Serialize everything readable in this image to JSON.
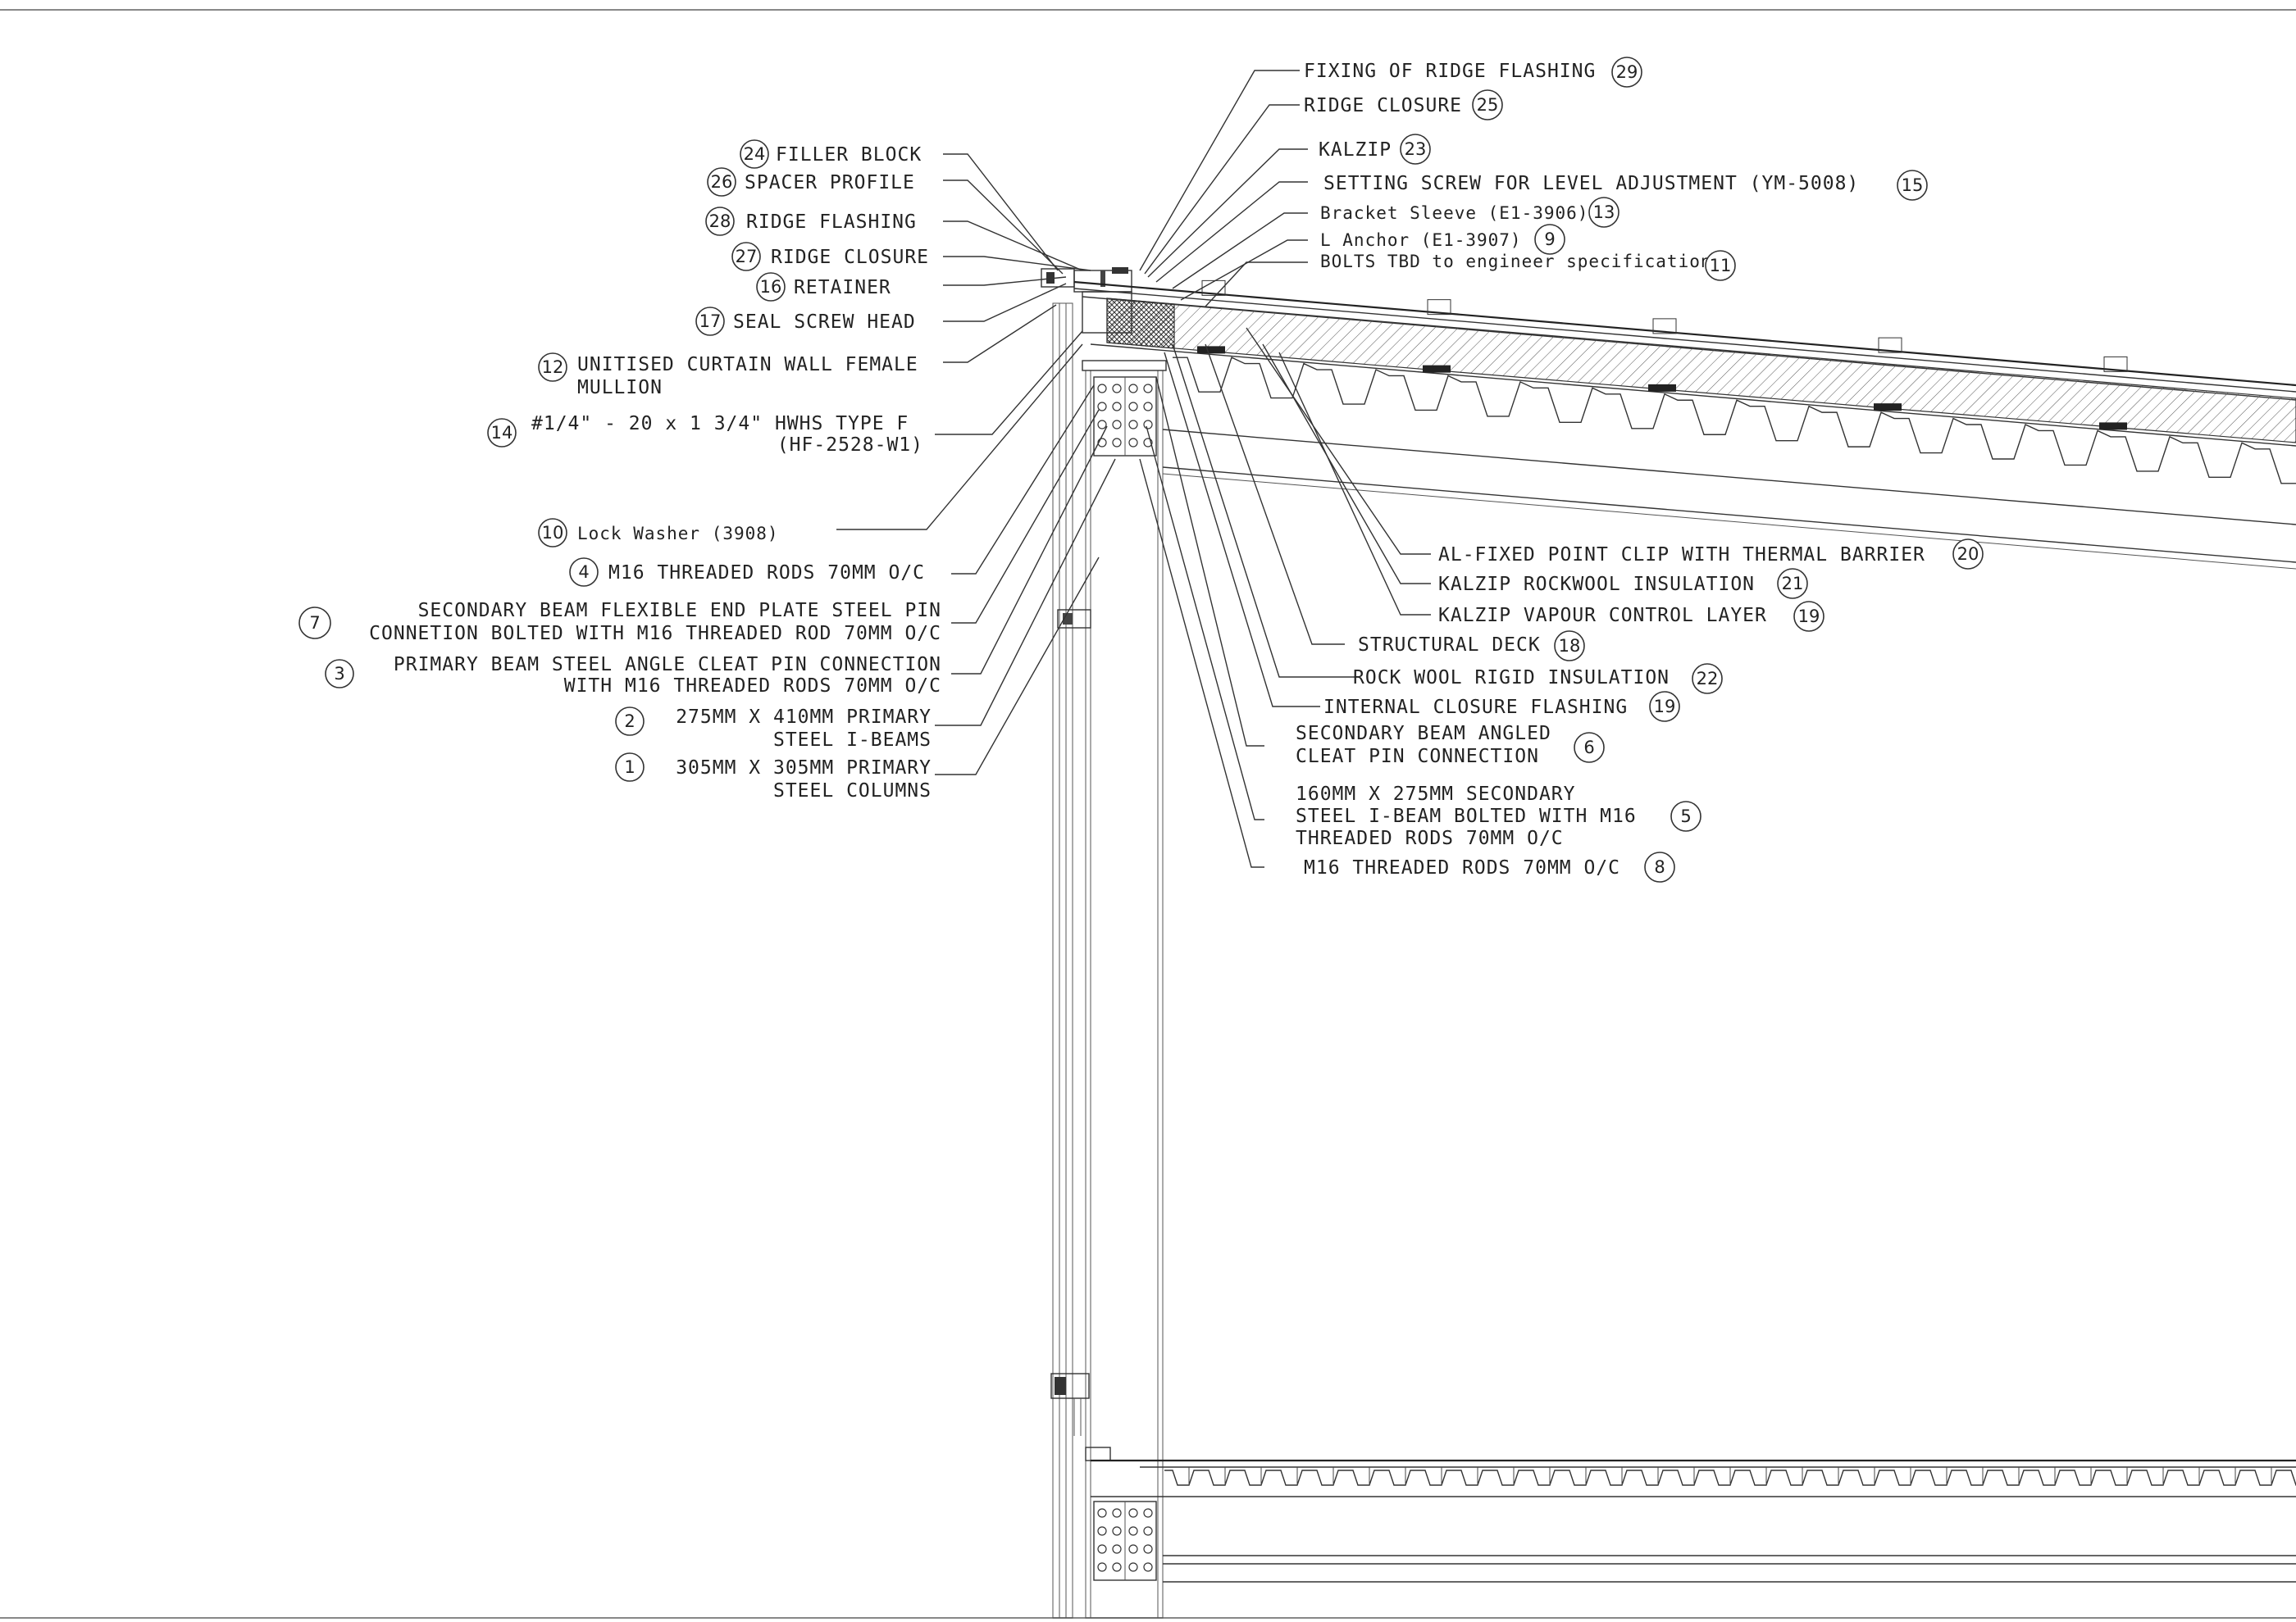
{
  "drawing": {
    "left_callouts": [
      {
        "num": "24",
        "lines": [
          "FILLER BLOCK"
        ]
      },
      {
        "num": "26",
        "lines": [
          "SPACER PROFILE"
        ]
      },
      {
        "num": "28",
        "lines": [
          "RIDGE FLASHING"
        ]
      },
      {
        "num": "27",
        "lines": [
          "RIDGE CLOSURE"
        ]
      },
      {
        "num": "16",
        "lines": [
          "RETAINER"
        ]
      },
      {
        "num": "17",
        "lines": [
          "SEAL SCREW HEAD"
        ]
      },
      {
        "num": "12",
        "lines": [
          "UNITISED CURTAIN WALL FEMALE",
          "MULLION"
        ]
      },
      {
        "num": "14",
        "lines": [
          "#1/4\" - 20 x 1 3/4\" HWHS TYPE F",
          "(HF-2528-W1)"
        ]
      },
      {
        "num": "10",
        "lines": [
          "Lock Washer (3908)"
        ]
      },
      {
        "num": "4",
        "lines": [
          "M16 THREADED RODS 70MM O/C"
        ]
      },
      {
        "num": "7",
        "lines": [
          "SECONDARY BEAM FLEXIBLE END PLATE STEEL PIN",
          "CONNETION BOLTED WITH M16 THREADED ROD 70MM O/C"
        ]
      },
      {
        "num": "3",
        "lines": [
          "PRIMARY BEAM STEEL ANGLE CLEAT PIN CONNECTION",
          "WITH M16 THREADED RODS 70MM O/C"
        ]
      },
      {
        "num": "2",
        "lines": [
          "275MM X 410MM PRIMARY",
          "STEEL I-BEAMS"
        ]
      },
      {
        "num": "1",
        "lines": [
          "305MM X 305MM PRIMARY",
          "STEEL COLUMNS"
        ]
      }
    ],
    "top_callouts": [
      {
        "num": "29",
        "lines": [
          "FIXING OF RIDGE FLASHING"
        ]
      },
      {
        "num": "25",
        "lines": [
          "RIDGE CLOSURE"
        ]
      },
      {
        "num": "23",
        "lines": [
          "KALZIP"
        ]
      },
      {
        "num": "15",
        "lines": [
          "SETTING SCREW FOR LEVEL ADJUSTMENT (YM-5008)"
        ]
      },
      {
        "num": "13",
        "lines": [
          "Bracket Sleeve (E1-3906)"
        ]
      },
      {
        "num": "9",
        "lines": [
          "L Anchor (E1-3907)"
        ]
      },
      {
        "num": "11",
        "lines": [
          "BOLTS TBD to engineer specification"
        ]
      }
    ],
    "right_callouts": [
      {
        "num": "20",
        "lines": [
          "AL-FIXED POINT CLIP WITH THERMAL BARRIER"
        ]
      },
      {
        "num": "21",
        "lines": [
          "KALZIP ROCKWOOL INSULATION"
        ]
      },
      {
        "num": "19",
        "lines": [
          "KALZIP VAPOUR CONTROL LAYER"
        ]
      },
      {
        "num": "18",
        "lines": [
          "STRUCTURAL DECK"
        ]
      },
      {
        "num": "22",
        "lines": [
          "ROCK WOOL RIGID INSULATION"
        ]
      },
      {
        "num": "19",
        "lines": [
          "INTERNAL CLOSURE FLASHING"
        ]
      },
      {
        "num": "6",
        "lines": [
          "SECONDARY BEAM ANGLED",
          "CLEAT PIN CONNECTION"
        ]
      },
      {
        "num": "5",
        "lines": [
          "160MM X 275MM SECONDARY",
          "STEEL I-BEAM BOLTED WITH M16",
          "THREADED RODS 70MM O/C"
        ]
      },
      {
        "num": "8",
        "lines": [
          "M16 THREADED RODS 70MM O/C"
        ]
      }
    ]
  }
}
